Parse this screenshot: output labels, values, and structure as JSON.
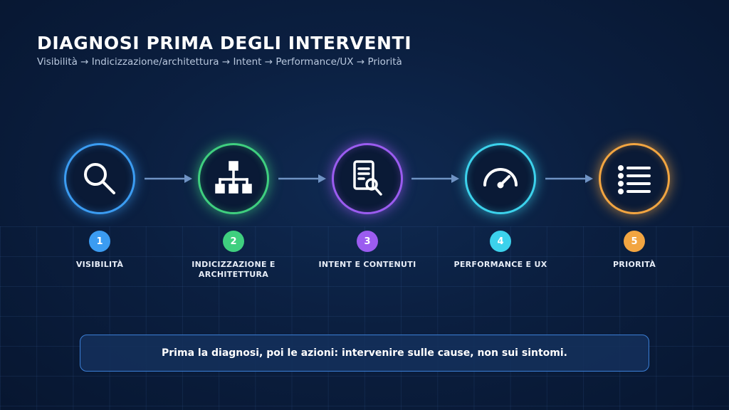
{
  "header": {
    "title": "DIAGNOSI PRIMA DEGLI INTERVENTI",
    "subtitle": "Visibilità → Indicizzazione/architettura → Intent → Performance/UX → Priorità"
  },
  "steps": [
    {
      "number": "1",
      "label": "VISIBILITÀ",
      "icon": "search-icon",
      "color": "#3b9cf2"
    },
    {
      "number": "2",
      "label": "INDICIZZAZIONE E ARCHITETTURA",
      "icon": "sitemap-icon",
      "color": "#3fcf7f"
    },
    {
      "number": "3",
      "label": "INTENT E CONTENUTI",
      "icon": "document-search-icon",
      "color": "#9b5cf0"
    },
    {
      "number": "4",
      "label": "PERFORMANCE E UX",
      "icon": "speedometer-icon",
      "color": "#3cd2ec"
    },
    {
      "number": "5",
      "label": "PRIORITÀ",
      "icon": "priority-list-icon",
      "color": "#f2a541"
    }
  ],
  "arrow_color": "#6f93c4",
  "callout": {
    "text": "Prima la diagnosi, poi le azioni: intervenire sulle cause, non sui sintomi."
  }
}
